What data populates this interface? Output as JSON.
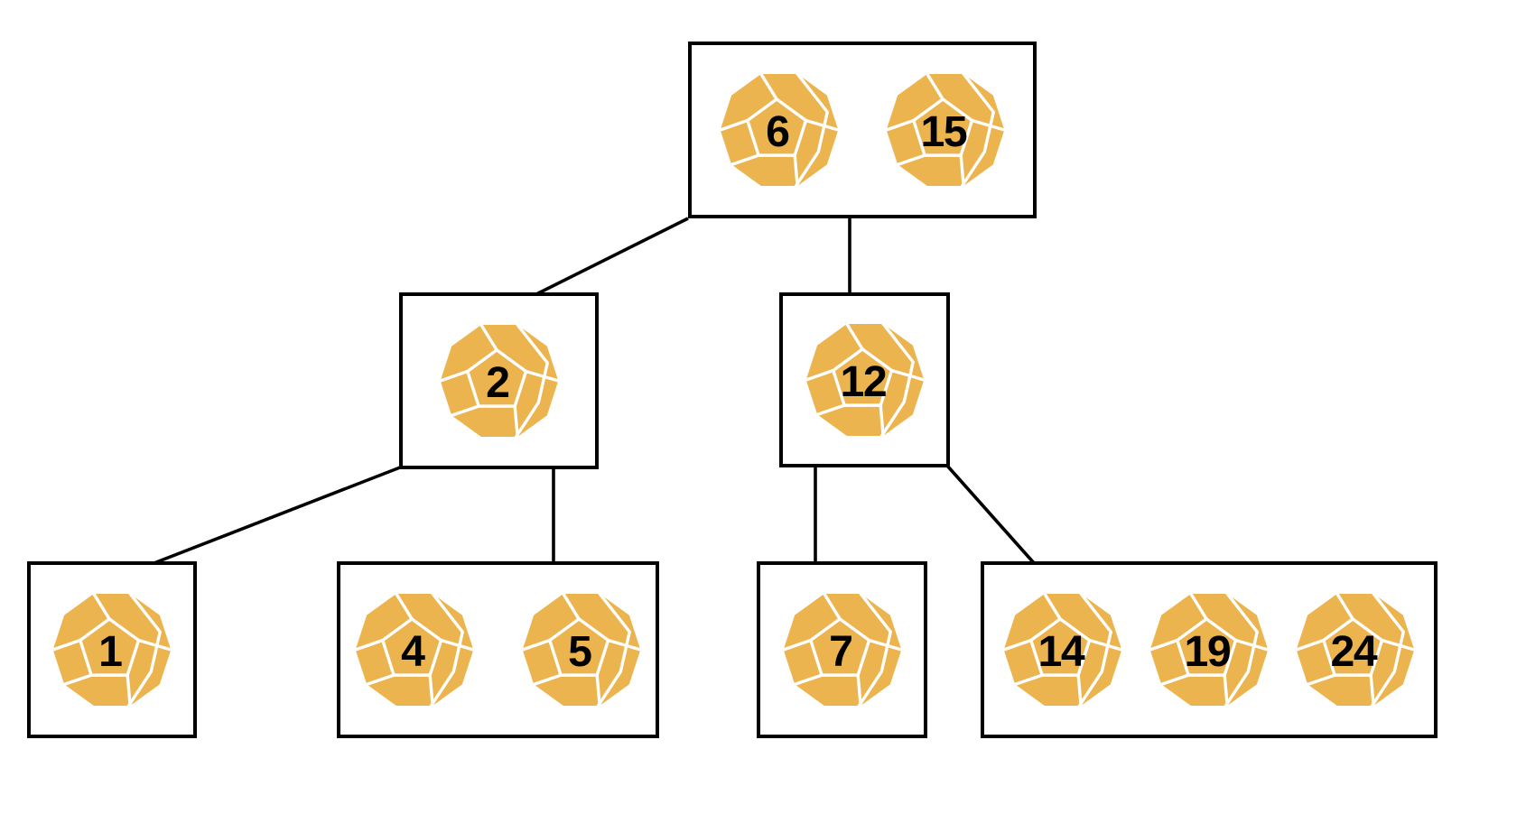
{
  "diagram": {
    "type": "b-tree",
    "description": "2-3 tree of twelve-sided dice values"
  },
  "tree": {
    "nodes": [
      {
        "id": "root",
        "keys": [
          "6",
          "15"
        ]
      },
      {
        "id": "n2",
        "keys": [
          "2"
        ]
      },
      {
        "id": "n12",
        "keys": [
          "12"
        ]
      },
      {
        "id": "n1",
        "keys": [
          "1"
        ]
      },
      {
        "id": "n45",
        "keys": [
          "4",
          "5"
        ]
      },
      {
        "id": "n7",
        "keys": [
          "7"
        ]
      },
      {
        "id": "n141924",
        "keys": [
          "14",
          "19",
          "24"
        ]
      }
    ],
    "edges": [
      [
        "root",
        "n2"
      ],
      [
        "root",
        "n12"
      ],
      [
        "n2",
        "n1"
      ],
      [
        "n2",
        "n45"
      ],
      [
        "n12",
        "n7"
      ],
      [
        "n12",
        "n141924"
      ]
    ]
  },
  "colors": {
    "background": "#FFFFFF",
    "die_fill": "#ECB44E",
    "die_face_line": "#FFFFFF",
    "die_number": "#000000",
    "box_border": "#000000",
    "connector_line": "#000000"
  }
}
